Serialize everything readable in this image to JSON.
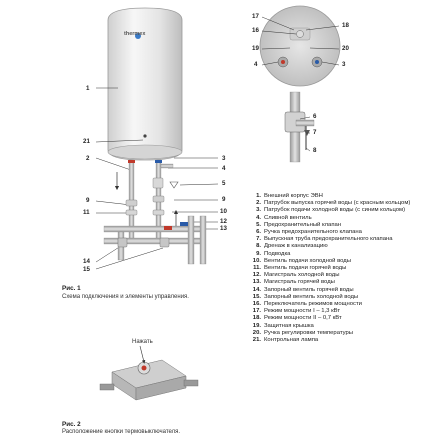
{
  "brand": "thermex",
  "callouts_left": [
    "1",
    "21",
    "2",
    "9",
    "11",
    "14",
    "15"
  ],
  "callouts_right": [
    "3",
    "4",
    "5",
    "9",
    "10",
    "12",
    "13"
  ],
  "callouts_top": [
    "17",
    "18",
    "16",
    "19",
    "20",
    "4",
    "3"
  ],
  "callouts_detail": [
    "6",
    "7",
    "8"
  ],
  "fig1": {
    "title": "Рис. 1",
    "text": "Схема подключения и элементы управления."
  },
  "fig2": {
    "title": "Рис. 2",
    "text": "Расположение кнопки термовыключателя.",
    "button_label": "Нажать"
  },
  "legend": [
    {
      "n": "1.",
      "t": "Внешний корпус ЭВН"
    },
    {
      "n": "2.",
      "t": "Патрубок выпуска горячей воды (с красным кольцом)"
    },
    {
      "n": "3.",
      "t": "Патрубок подачи холодной воды (с синим кольцом)"
    },
    {
      "n": "4.",
      "t": "Сливной вентиль"
    },
    {
      "n": "5.",
      "t": "Предохранительный клапан"
    },
    {
      "n": "6.",
      "t": "Ручка предохранительного клапана"
    },
    {
      "n": "7.",
      "t": "Выпускная труба предохранительного клапана"
    },
    {
      "n": "8.",
      "t": "Дренаж в канализацию"
    },
    {
      "n": "9.",
      "t": "Подводка"
    },
    {
      "n": "10.",
      "t": "Вентиль подачи холодной воды"
    },
    {
      "n": "11.",
      "t": "Вентиль подачи горячей воды"
    },
    {
      "n": "12.",
      "t": "Магистраль холодной воды"
    },
    {
      "n": "13.",
      "t": "Магистраль горячей воды"
    },
    {
      "n": "14.",
      "t": "Запорный вентиль горячей воды"
    },
    {
      "n": "15.",
      "t": "Запорный вентиль холодной воды"
    },
    {
      "n": "16.",
      "t": "Переключатель режимов мощности"
    },
    {
      "n": "17.",
      "t": "Режим мощности I – 1,3 кВт"
    },
    {
      "n": "18.",
      "t": "Режим мощности II – 0,7 кВт"
    },
    {
      "n": "19.",
      "t": "Защитная крышка"
    },
    {
      "n": "20.",
      "t": "Ручка регулировки температуры"
    },
    {
      "n": "21.",
      "t": "Контрольная лампа"
    }
  ],
  "colors": {
    "tank": "#e9e9e9",
    "pipe": "#bdbdbd",
    "line": "#333333",
    "cold_ring": "#2a5ba8",
    "hot_ring": "#c0392b"
  }
}
